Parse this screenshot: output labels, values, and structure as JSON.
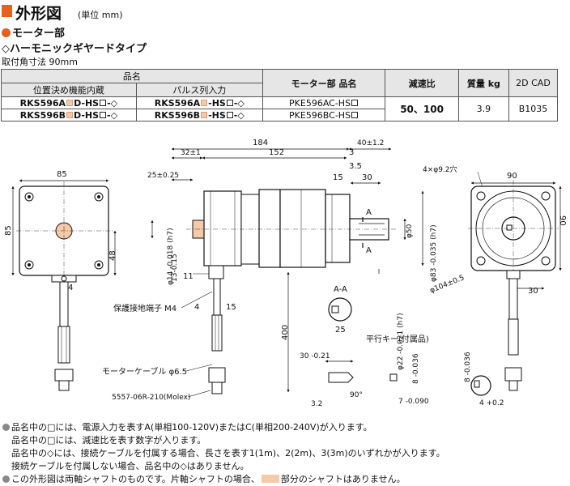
{
  "title": {
    "main": "外形図",
    "unit": "(単位 mm)"
  },
  "section": "モーター部",
  "subtype": "◇ハーモニックギヤードタイプ",
  "mount": "取付角寸法 90mm",
  "table": {
    "h_name": "品名",
    "h_pos": "位置決め機能内蔵",
    "h_pulse": "パルス列入力",
    "h_motor": "モーター部 品名",
    "h_ratio": "減速比",
    "h_mass": "質量 kg",
    "h_cad": "2D CAD",
    "rows": [
      {
        "pos_a": "RKS596A",
        "pos_b": "D-HS",
        "pos_c": "-◇",
        "pul_a": "RKS596A",
        "pul_b": "-HS",
        "pul_c": "-◇",
        "motor": "PKE596AC-HS"
      },
      {
        "pos_a": "RKS596B",
        "pos_b": "D-HS",
        "pos_c": "-◇",
        "pul_a": "RKS596B",
        "pul_b": "-HS",
        "pul_c": "-◇",
        "motor": "PKE596BC-HS"
      }
    ],
    "ratio": "50、100",
    "mass": "3.9",
    "cad": "B1035"
  },
  "dims": {
    "front_w": "85",
    "front_h": "85",
    "d48": "48",
    "d4": "4",
    "total": "184",
    "d40": "40±1.2",
    "d32": "32±1",
    "d152": "152",
    "d3": "3",
    "d35": "3.5",
    "d25": "25±0.25",
    "d15": "15",
    "d30": "30",
    "phi14": "φ14 -0.018 (h7)",
    "d13": "13-0.15",
    "d11": "11",
    "phi50": "φ50",
    "phi83": "φ83 -0.035 (h7)",
    "phi22": "φ22 -0.021 (h7)",
    "aa": "A-A",
    "a": "A",
    "d25b": "25",
    "d15b": "15",
    "d400": "400",
    "holes": "4×φ9.2穴",
    "sq90a": "90",
    "sq90b": "90",
    "phi104": "φ104±0.5",
    "d30b": "30",
    "grounding": "保護接地端子 M4",
    "cable": "モーターケーブル φ6.5",
    "connector": "5557-06R-210(Molex)",
    "key_title": "平行キー(付属品)",
    "key30": "30 -0.21",
    "key8a": "8 -0.036",
    "key8b": "8 -0.036",
    "key32": "3.2",
    "key90": "90°",
    "key7": "7 -0.090",
    "key4": "4 +0.2"
  },
  "notes": [
    "品名中の□には、電源入力を表すA(単相100-120V)またはC(単相200-240V)が入ります。",
    "品名中の□には、減速比を表す数字が入ります。",
    "品名中の◇には、接続ケーブルを付属する場合、長さを表す1(1m)、2(2m)、3(3m)のいずれかが入ります。",
    "接続ケーブルを付属しない場合、品名中の◇はありません。",
    "この外形図は両軸シャフトのものです。片軸シャフトの場合、",
    "部分のシャフトはありません。"
  ]
}
